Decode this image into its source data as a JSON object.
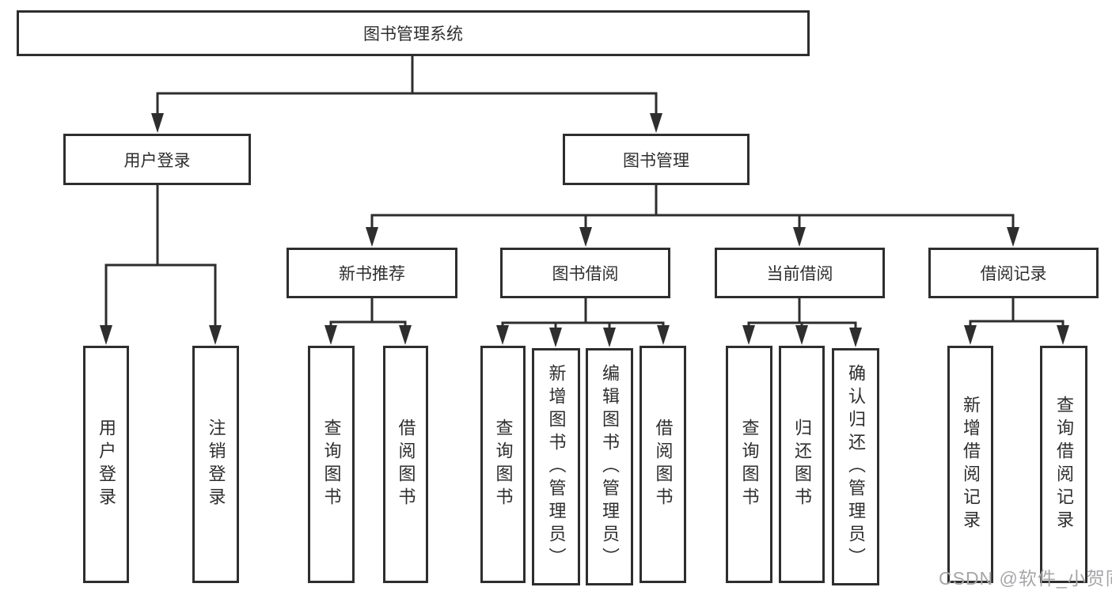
{
  "diagram": {
    "watermark": "CSDN @软件_小贺同学",
    "colors": {
      "line": "#2e2e2e",
      "box_border": "#2e2e2e",
      "box_background": "#ffffff",
      "text": "#2e2e2e",
      "watermark": "#a6a6a9"
    },
    "root": {
      "label": "图书管理系统",
      "children": [
        {
          "label": "用户登录",
          "children": [
            {
              "label": "用户登录"
            },
            {
              "label": "注销登录"
            }
          ]
        },
        {
          "label": "图书管理",
          "children": [
            {
              "label": "新书推荐",
              "children": [
                {
                  "label": "查询图书"
                },
                {
                  "label": "借阅图书"
                }
              ]
            },
            {
              "label": "图书借阅",
              "children": [
                {
                  "label": "查询图书"
                },
                {
                  "label": "新增图书（管理员）"
                },
                {
                  "label": "编辑图书（管理员）"
                },
                {
                  "label": "借阅图书"
                }
              ]
            },
            {
              "label": "当前借阅",
              "children": [
                {
                  "label": "查询图书"
                },
                {
                  "label": "归还图书"
                },
                {
                  "label": "确认归还（管理员）"
                }
              ]
            },
            {
              "label": "借阅记录",
              "children": [
                {
                  "label": "新增借阅记录"
                },
                {
                  "label": "查询借阅记录"
                }
              ]
            }
          ]
        }
      ]
    }
  }
}
